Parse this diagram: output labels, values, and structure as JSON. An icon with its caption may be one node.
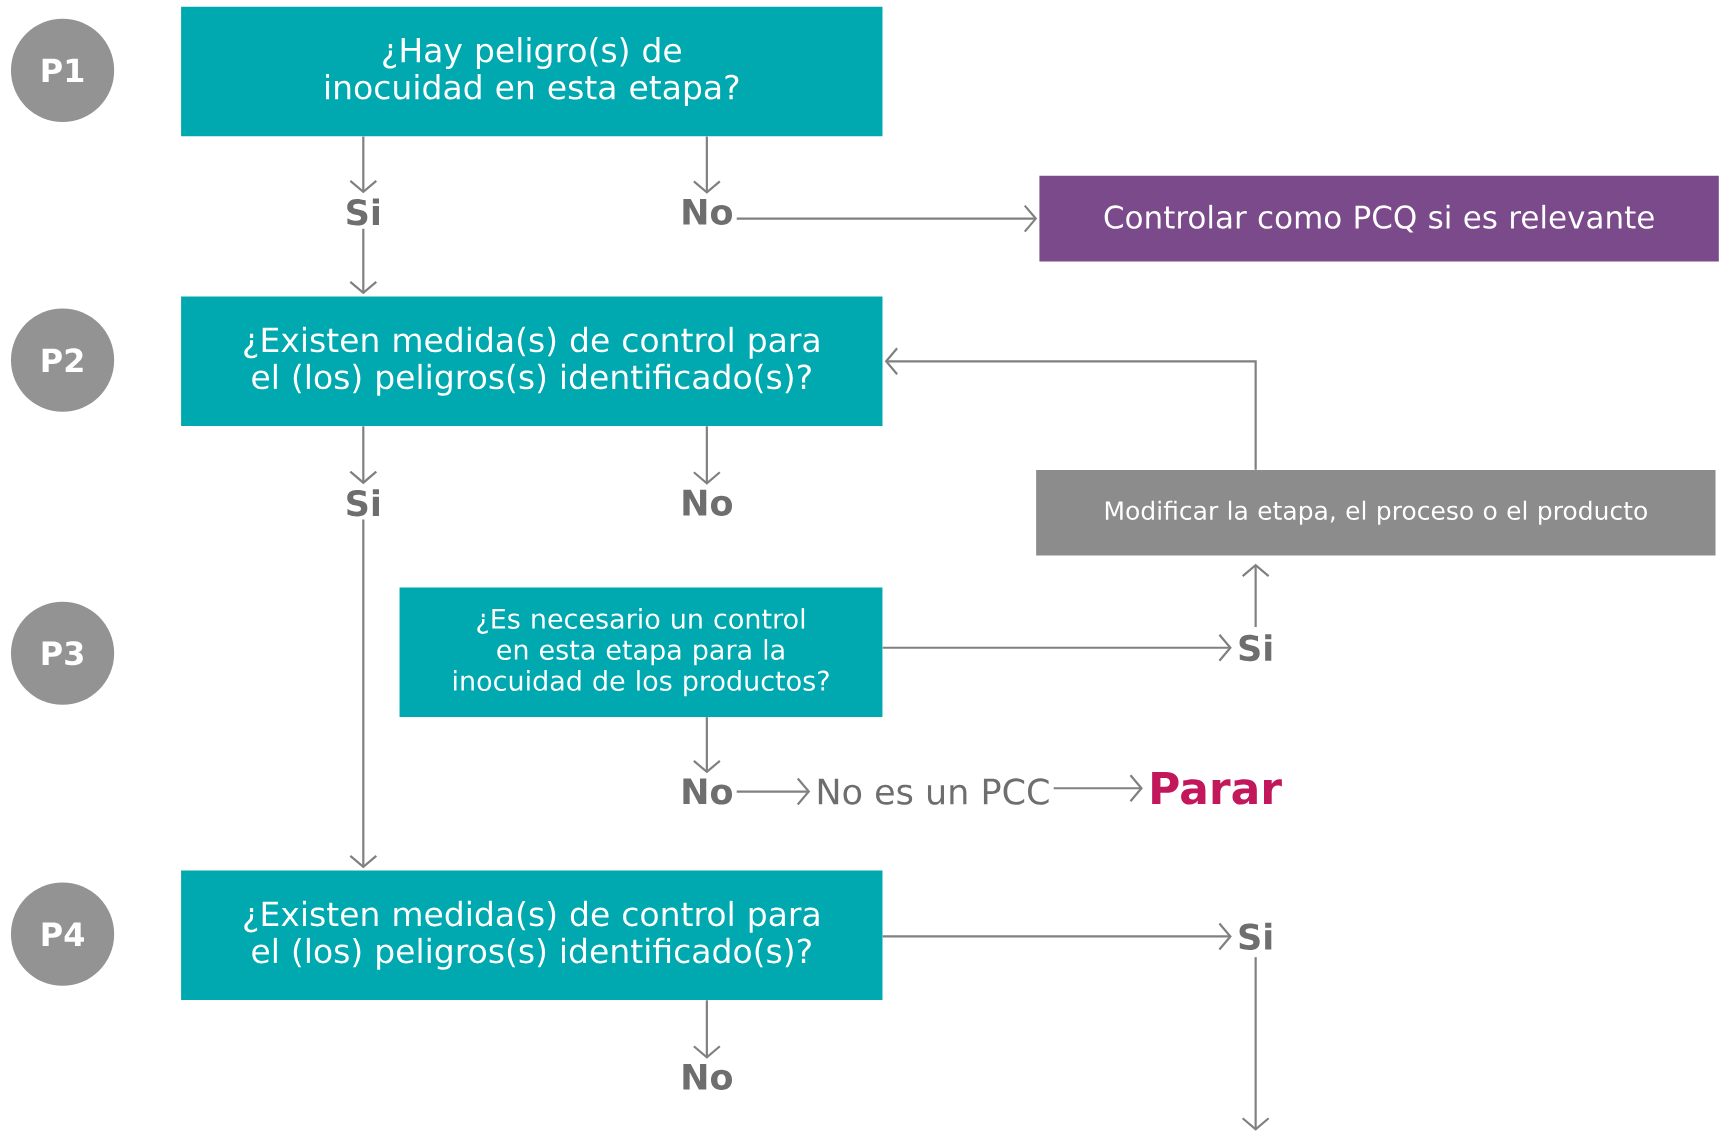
{
  "diagram": {
    "nodes": [
      {
        "text": [
          "P1"
        ]
      },
      {
        "text": [
          "¿Hay peligro(s) de inocuidad en esta etapa?"
        ]
      },
      {
        "text": [
          "Si"
        ]
      },
      {
        "text": [
          "No"
        ]
      },
      {
        "text": [
          "Controlar como PCQ si es relevante"
        ]
      },
      {
        "text": [
          "P2"
        ]
      },
      {
        "text": [
          "¿Existen medida(s) de control para el (los) peligros(s) identificado(s)?"
        ]
      },
      {
        "text": [
          "Si"
        ]
      },
      {
        "text": [
          "No"
        ]
      },
      {
        "text": [
          "Modificar la etapa, el proceso o el producto"
        ]
      },
      {
        "text": [
          "P3"
        ]
      },
      {
        "text": [
          "¿Es necesario un control en esta etapa para la inocuidad de los productos?"
        ]
      },
      {
        "text": [
          "Si"
        ]
      },
      {
        "text": [
          "No"
        ]
      },
      {
        "text": [
          "No es un PCC"
        ]
      },
      {
        "text": [
          "Parar"
        ]
      },
      {
        "text": [
          "P4"
        ]
      },
      {
        "text": [
          "¿Existen medida(s) de control para el (los) peligros(s) identificado(s)?"
        ]
      },
      {
        "text": [
          "Si"
        ]
      },
      {
        "text": [
          "No"
        ]
      }
    ],
    "edges": [
      {
        "from": 1,
        "to": 2,
        "arrow": "to"
      },
      {
        "from": 1,
        "to": 3,
        "arrow": "to"
      },
      {
        "from": 2,
        "to": 6,
        "arrow": "to"
      },
      {
        "from": 3,
        "to": 4,
        "arrow": "to"
      },
      {
        "from": 6,
        "to": 7,
        "arrow": "to"
      },
      {
        "from": 6,
        "to": 8,
        "arrow": "to"
      },
      {
        "from": 7,
        "to": 17,
        "arrow": "to"
      },
      {
        "from": 11,
        "to": 12,
        "arrow": "to"
      },
      {
        "from": 12,
        "to": 9,
        "arrow": "to"
      },
      {
        "from": 9,
        "to": 6,
        "arrow": "to"
      },
      {
        "from": 11,
        "to": 13,
        "arrow": "to"
      },
      {
        "from": 13,
        "to": 14,
        "arrow": "to"
      },
      {
        "from": 14,
        "to": 15,
        "arrow": "to"
      },
      {
        "from": 17,
        "to": 18,
        "arrow": "to"
      },
      {
        "from": 17,
        "to": 19,
        "arrow": "to"
      },
      {
        "from": 18,
        "to": null,
        "arrow": "to"
      }
    ]
  }
}
